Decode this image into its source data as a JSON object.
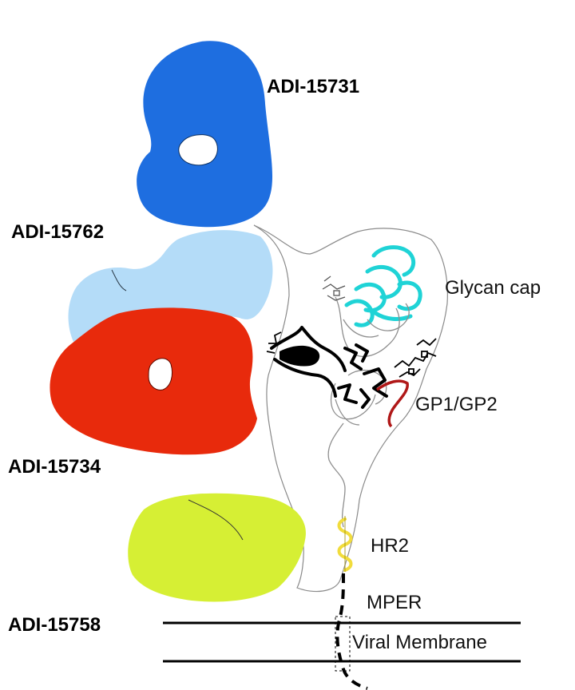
{
  "antibodies": {
    "adi_15731": "ADI-15731",
    "adi_15762": "ADI-15762",
    "adi_15734": "ADI-15734",
    "adi_15758": "ADI-15758"
  },
  "regions": {
    "glycan_cap": "Glycan cap",
    "gp1_gp2": "GP1/GP2",
    "hr2": "HR2",
    "mper": "MPER",
    "viral_membrane": "Viral Membrane"
  },
  "colors": {
    "adi_15731": "#1e6ee0",
    "adi_15762": "#b4dcf8",
    "adi_15734": "#e82a0c",
    "adi_15758": "#d6ef34",
    "glycan_cap": "#1fd3d6",
    "gp1_gp2_link": "#b01818",
    "hr2_helix": "#f1dc3c",
    "gp_core": "#000000"
  }
}
